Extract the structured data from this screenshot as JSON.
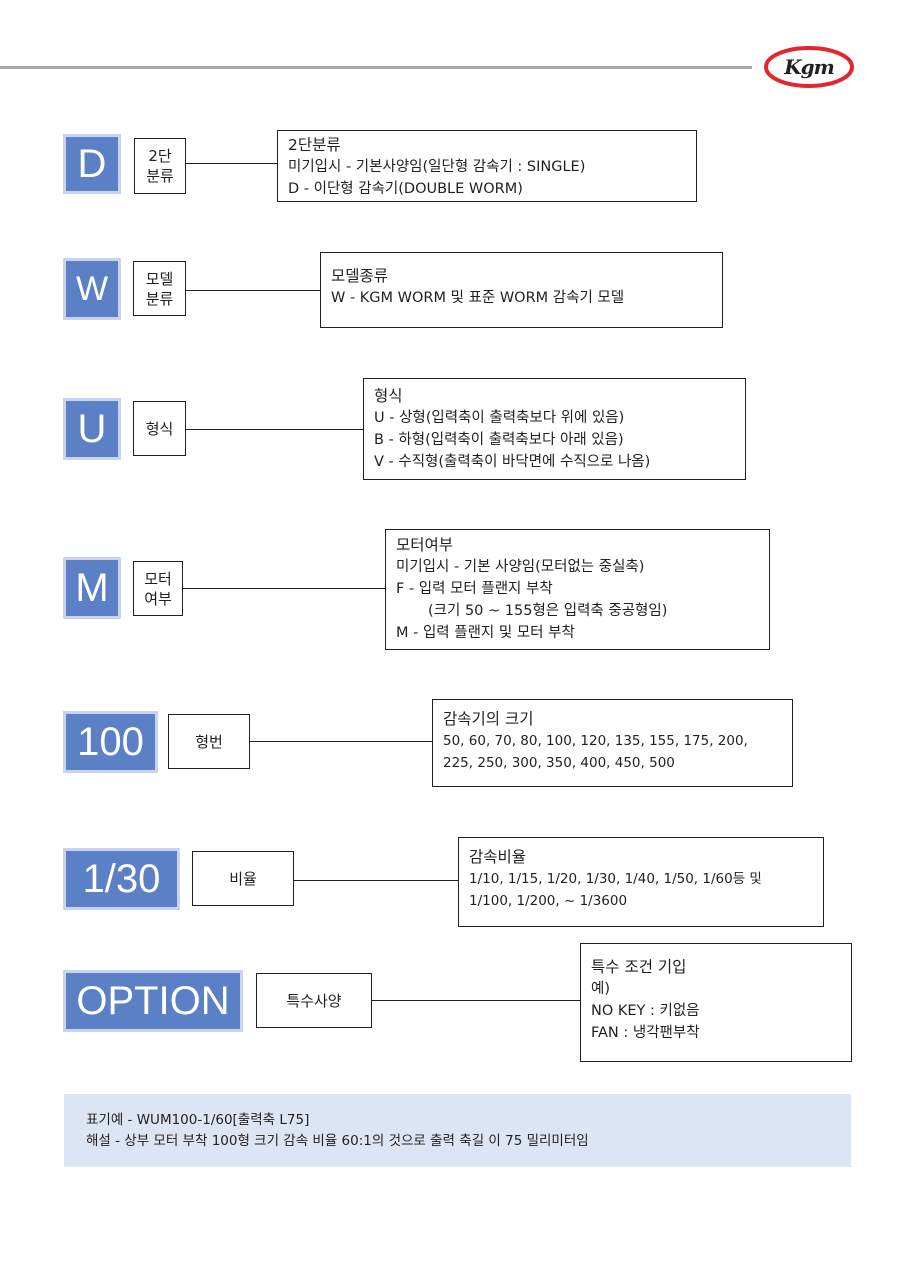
{
  "header": {
    "logo_text": "Kgm"
  },
  "sections": [
    {
      "code": "D",
      "label_lines": [
        "2단",
        "분류"
      ],
      "desc_lines": [
        "2단분류",
        "미기입시 - 기본사양임(일단형 감속기 : SINGLE)",
        "D - 이단형 감속기(DOUBLE WORM)"
      ]
    },
    {
      "code": "W",
      "label_lines": [
        "모델",
        "분류"
      ],
      "desc_lines": [
        "모델종류",
        "W - KGM WORM 및 표준 WORM 감속기 모델"
      ]
    },
    {
      "code": "U",
      "label_lines": [
        "형식"
      ],
      "desc_lines": [
        "형식",
        "U - 상형(입력축이 출력축보다 위에 있음)",
        "B - 하형(입력축이 출력축보다 아래 있음)",
        "V - 수직형(출력축이 바닥면에 수직으로 나옴)"
      ]
    },
    {
      "code": "M",
      "label_lines": [
        "모터",
        "여부"
      ],
      "desc_lines": [
        "모터여부",
        "미기입시 - 기본 사양임(모터없는 중실축)",
        "F - 입력 모터 플랜지 부착",
        "(크기 50 ~ 155형은 입력축 중공형임)",
        "M - 입력 플랜지 및 모터 부착"
      ]
    },
    {
      "code": "100",
      "label_lines": [
        "형번"
      ],
      "desc_lines": [
        "감속기의 크기",
        "50, 60, 70, 80, 100, 120, 135, 155, 175, 200,",
        "225, 250, 300, 350, 400, 450, 500"
      ]
    },
    {
      "code": "1/30",
      "label_lines": [
        "비율"
      ],
      "desc_lines": [
        "감속비율",
        "1/10, 1/15, 1/20, 1/30, 1/40, 1/50, 1/60등 및",
        "1/100, 1/200, ~ 1/3600"
      ]
    },
    {
      "code": "OPTION",
      "label_lines": [
        "특수사양"
      ],
      "desc_lines": [
        "특수 조건 기입",
        "예)",
        "NO KEY : 키없음",
        "FAN : 냉각팬부착"
      ]
    }
  ],
  "note": {
    "example": "표기예  - WUM100-1/60[출력축 L75]",
    "explanation": "해설 - 상부 모터 부착 100형 크기 감속 비율 60:1의 것으로 출력 축길 이 75 밀리미터임"
  },
  "colors": {
    "code_bg": "#5b80c6",
    "code_border": "#c9d5ed",
    "note_bg": "#dce5f3"
  }
}
